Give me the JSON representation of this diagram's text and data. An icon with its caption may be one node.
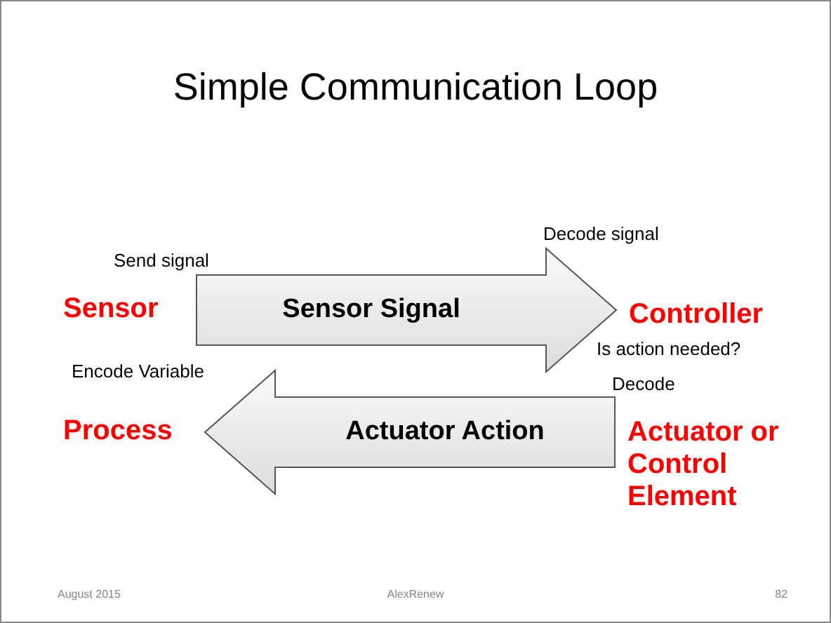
{
  "diagram": {
    "title": "Simple Communication Loop",
    "nodes": [
      {
        "text": [
          "Sensor"
        ],
        "beside": [
          "Send signal"
        ]
      },
      {
        "text": [
          "Controller"
        ],
        "beside": [
          "Decode signal",
          "Is action needed?"
        ]
      },
      {
        "text": [
          "Process"
        ],
        "beside": [
          "Encode Variable"
        ]
      },
      {
        "text": [
          "Actuator or Control Element"
        ],
        "beside": [
          "Decode"
        ]
      }
    ],
    "edges": [
      {
        "from": 0,
        "to": 1,
        "arrow": "to",
        "label": "Sensor Signal",
        "style": "thick"
      },
      {
        "from": 3,
        "to": 2,
        "arrow": "to",
        "label": "Actuator Action",
        "style": "thick"
      }
    ],
    "labels": [
      "August 2015",
      "AlexRenew",
      "82"
    ]
  }
}
